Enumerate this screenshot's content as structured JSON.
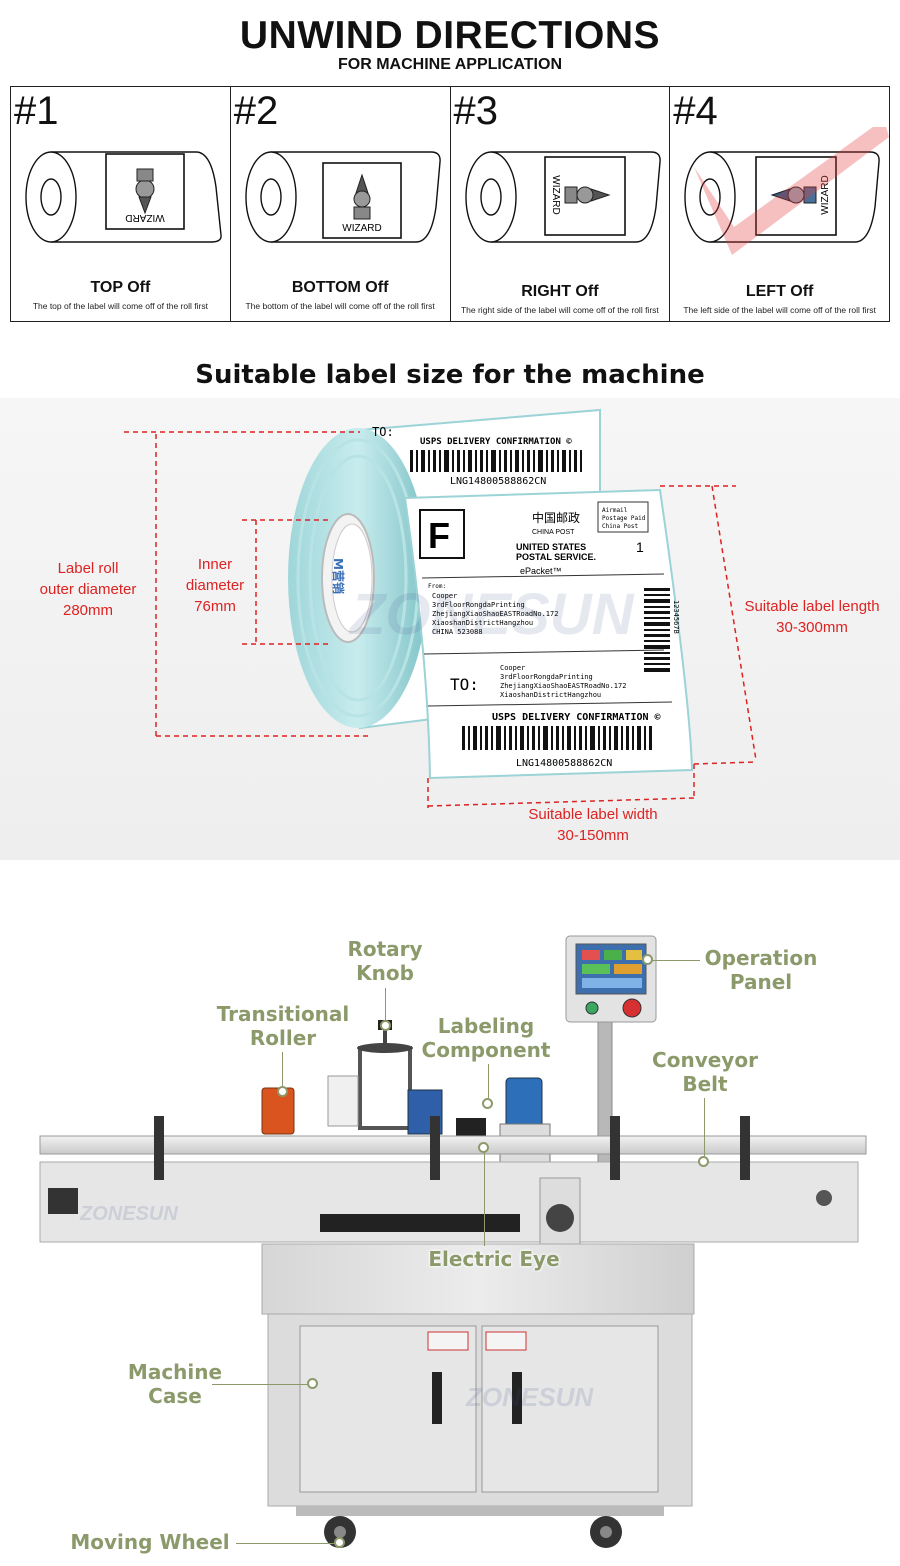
{
  "unwind": {
    "title": "UNWIND DIRECTIONS",
    "subtitle": "FOR MACHINE APPLICATION",
    "cells": [
      {
        "num": "#1",
        "title": "TOP Off",
        "desc": "The top of the label will come off of the roll first",
        "label_text": "WIZARD"
      },
      {
        "num": "#2",
        "title": "BOTTOM Off",
        "desc": "The bottom of the label will come off of the roll first",
        "label_text": "WIZARD"
      },
      {
        "num": "#3",
        "title": "RIGHT Off",
        "desc": "The right side of the label will come off of the roll first",
        "label_text": "WIZARD"
      },
      {
        "num": "#4",
        "title": "LEFT Off",
        "desc": "The left side of the label will come off of the roll first",
        "label_text": "WIZARD"
      }
    ],
    "selected_mark_color": "#e23a3a"
  },
  "size": {
    "title": "Suitable label size for the machine",
    "outer_line1": "Label roll",
    "outer_line2": "outer diameter",
    "outer_value": "280mm",
    "inner_line1": "Inner",
    "inner_line2": "diameter",
    "inner_value": "76mm",
    "length_line1": "Suitable label length",
    "length_value": "30-300mm",
    "width_line1": "Suitable label width",
    "width_value": "30-150mm",
    "label": {
      "to": "TO:",
      "usps_conf": "USPS DELIVERY CONFIRMATION ©",
      "tracking": "LNG14800588862CN",
      "f": "F",
      "china_post": "中国邮政",
      "china_post_en": "CHINA POST",
      "usps": "UNITED STATES",
      "usps2": "POSTAL SERVICE.",
      "epacket": "ePacket™",
      "from": "From:",
      "airmail1": "Airmail",
      "airmail2": "Postage Paid",
      "airmail3": "China Post",
      "num_one": "1",
      "from_addr1": "Cooper",
      "from_addr2": "3rdFloorRongdaPrinting",
      "from_addr3": "ZhejiangXiaoShaoEASTRoadNo.172",
      "from_addr4": "XiaoshanDistrictHangzhou",
      "from_addr5": "CHINA 523088",
      "to_addr1": "Cooper",
      "to_addr2": "3rdFloorRongdaPrinting",
      "to_addr3": "ZhejiangXiaoShaoEASTRoadNo.172",
      "to_addr4": "XiaoshanDistrictHangzhou",
      "side_code": "1234567B",
      "core_brand": "M营销"
    },
    "watermark": "ZONESUN"
  },
  "machine": {
    "labels": {
      "rotary": "Rotary\nKnob",
      "operation": "Operation\nPanel",
      "transitional": "Transitional\nRoller",
      "labeling": "Labeling\nComponent",
      "conveyor": "Conveyor\nBelt",
      "eye": "Electric Eye",
      "case": "Machine\nCase",
      "wheel": "Moving Wheel"
    },
    "watermark": "ZONESUN",
    "accent_color": "#8c9a6b"
  }
}
